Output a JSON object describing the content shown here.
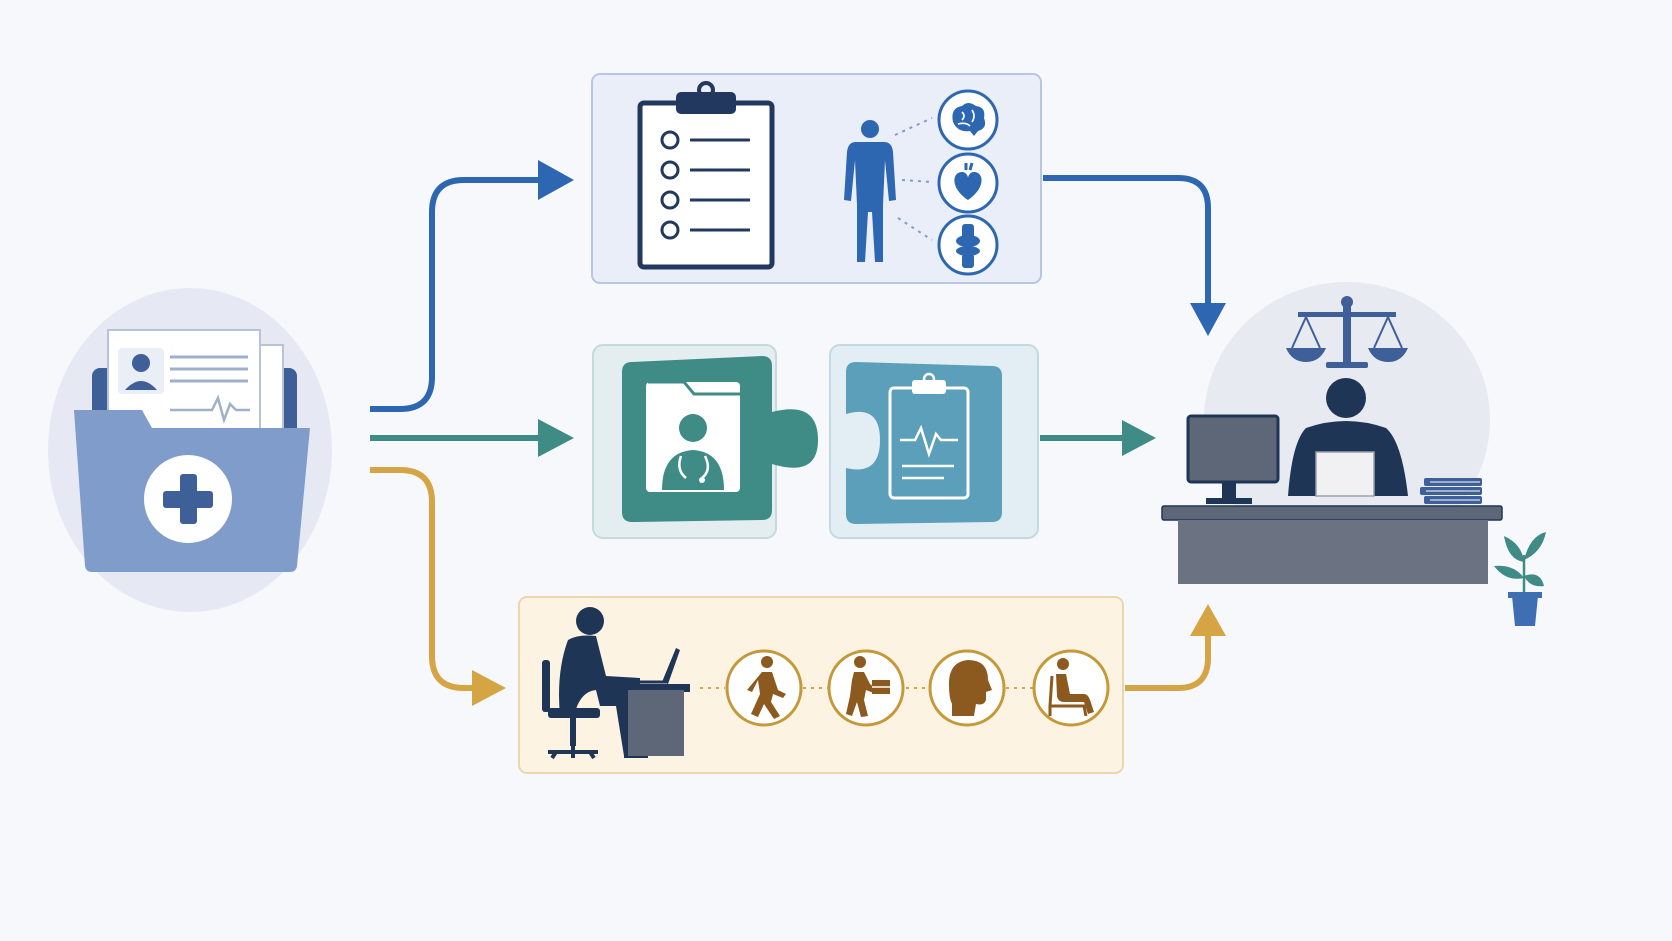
{
  "colors": {
    "background": "#f7f8fb",
    "blue": "#2e67b1",
    "teal": "#3f8b86",
    "gold": "#d4a445",
    "navy": "#1f3556",
    "folder": "#7f9ccb",
    "desk": "#6b7282"
  },
  "diagram": {
    "source": {
      "name": "medical-records-folder",
      "icons": [
        "folder-icon",
        "patient-record-icon",
        "ecg-icon",
        "medical-cross-icon"
      ]
    },
    "paths": [
      {
        "name": "medical-assessment",
        "color": "blue",
        "icons": [
          "clipboard-checklist-icon",
          "human-body-icon",
          "brain-icon",
          "heart-icon",
          "knee-joint-icon"
        ]
      },
      {
        "name": "evidence-matching",
        "color": "teal",
        "icons": [
          "doctor-puzzle-piece-icon",
          "medical-report-puzzle-piece-icon"
        ]
      },
      {
        "name": "functional-capacity",
        "color": "gold",
        "icons": [
          "desk-worker-icon",
          "walking-icon",
          "lifting-icon",
          "cognition-icon",
          "sitting-icon"
        ]
      }
    ],
    "destination": {
      "name": "decision-maker",
      "icons": [
        "scales-of-justice-icon",
        "adjudicator-icon",
        "computer-monitor-icon",
        "stack-of-books-icon",
        "plant-icon"
      ]
    }
  }
}
